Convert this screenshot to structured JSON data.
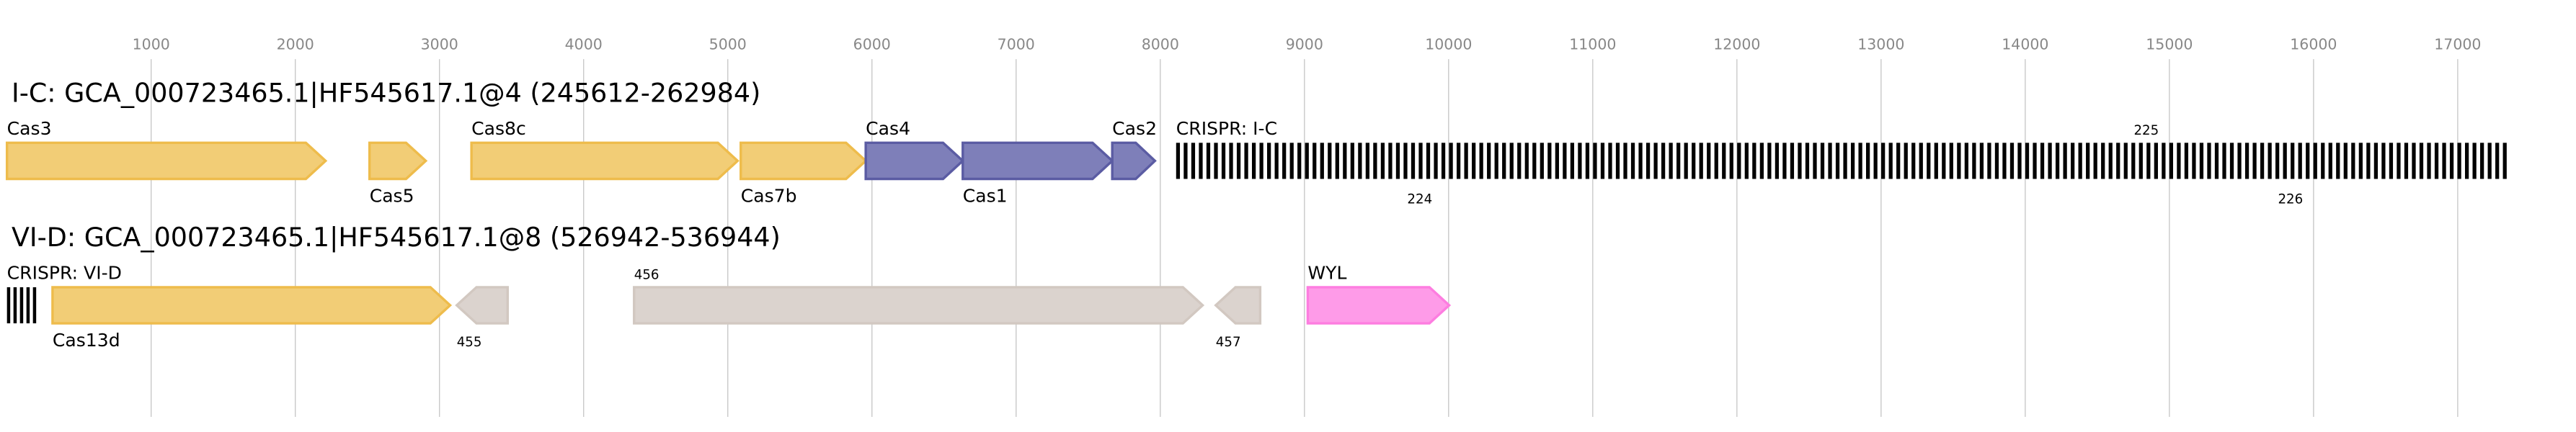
{
  "chart_data": {
    "type": "gene-map",
    "axis": {
      "ticks": [
        1000,
        2000,
        3000,
        4000,
        5000,
        6000,
        7000,
        8000,
        9000,
        10000,
        11000,
        12000,
        13000,
        14000,
        15000,
        16000,
        17000
      ],
      "range": [
        0,
        17500
      ],
      "grid": true
    },
    "colors": {
      "cas_adaptation": "#7e7fb9",
      "cas_adaptation_stroke": "#5b5ca3",
      "cas_effector": "#f2cd76",
      "cas_effector_stroke": "#eebc4c",
      "other": "#dbd3ce",
      "other_stroke": "#d2c8c1",
      "wyl": "#fe9be8",
      "wyl_stroke": "#fd7de0",
      "crispr": "#000000"
    },
    "tracks": [
      {
        "title": "I-C: GCA_000723465.1|HF545617.1@4 (245612-262984)",
        "features": [
          {
            "label": "Cas3",
            "start": 0,
            "end": 2210,
            "strand": "+",
            "kind": "cas_effector",
            "label_pos": "above"
          },
          {
            "label": "Cas5",
            "start": 2515,
            "end": 2905,
            "strand": "+",
            "kind": "cas_effector",
            "label_pos": "below"
          },
          {
            "label": "Cas8c",
            "start": 3222,
            "end": 5068,
            "strand": "+",
            "kind": "cas_effector",
            "label_pos": "above"
          },
          {
            "label": "Cas7b",
            "start": 5090,
            "end": 5957,
            "strand": "+",
            "kind": "cas_effector",
            "label_pos": "below"
          },
          {
            "label": "Cas4",
            "start": 5957,
            "end": 6630,
            "strand": "+",
            "kind": "cas_adaptation",
            "label_pos": "above"
          },
          {
            "label": "Cas1",
            "start": 6630,
            "end": 7667,
            "strand": "+",
            "kind": "cas_adaptation",
            "label_pos": "below"
          },
          {
            "label": "Cas2",
            "start": 7667,
            "end": 7963,
            "strand": "+",
            "kind": "cas_adaptation",
            "label_pos": "above"
          },
          {
            "label": "CRISPR: I-C",
            "start": 8110,
            "end": 17366,
            "kind": "crispr",
            "repeats": 176,
            "label_pos": "above"
          }
        ],
        "annotations": [
          {
            "text": "224",
            "pos": 9800,
            "side": "below"
          },
          {
            "text": "225",
            "pos": 14840,
            "side": "above"
          },
          {
            "text": "226",
            "pos": 15840,
            "side": "below"
          }
        ]
      },
      {
        "title": "VI-D: GCA_000723465.1|HF545617.1@8 (526942-536944)",
        "features": [
          {
            "label": "CRISPR: VI-D",
            "start": 0,
            "end": 225,
            "kind": "crispr",
            "repeats": 5,
            "label_pos": "above"
          },
          {
            "label": "Cas13d",
            "start": 316,
            "end": 3074,
            "strand": "+",
            "kind": "cas_effector",
            "label_pos": "above"
          },
          {
            "label": "455",
            "start": 3120,
            "end": 3473,
            "strand": "-",
            "kind": "other",
            "label_pos": "below",
            "small": true
          },
          {
            "label": "456",
            "start": 4350,
            "end": 8294,
            "strand": "+",
            "kind": "other",
            "label_pos": "above",
            "small": true
          },
          {
            "label": "457",
            "start": 8385,
            "end": 8693,
            "strand": "-",
            "kind": "other",
            "label_pos": "below",
            "small": true
          },
          {
            "label": "WYL",
            "start": 9023,
            "end": 10004,
            "strand": "+",
            "kind": "wyl",
            "label_pos": "above"
          }
        ],
        "annotations": []
      }
    ]
  }
}
